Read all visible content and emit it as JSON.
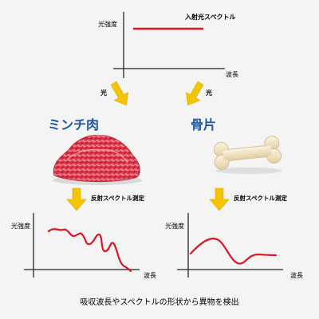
{
  "top_graph": {
    "y_label": "光強度",
    "x_label": "波長",
    "series_label": "入射光スペクトル",
    "series_color": "#e0151f"
  },
  "arrows": {
    "left_label": "光",
    "right_label": "光",
    "color": "#f2c500"
  },
  "samples": [
    {
      "name": "ミンチ肉",
      "color": "#1a56a8"
    },
    {
      "name": "骨片",
      "color": "#1a56a8"
    }
  ],
  "measure_label_left": "反射スペクトル測定",
  "measure_label_right": "反射スペクトル測定",
  "left_graph": {
    "y_label": "光強度",
    "x_label": "波長"
  },
  "right_graph": {
    "y_label": "光強度",
    "x_label": "波長"
  },
  "caption": "吸収波長やスペクトルの形状から異物を検出"
}
